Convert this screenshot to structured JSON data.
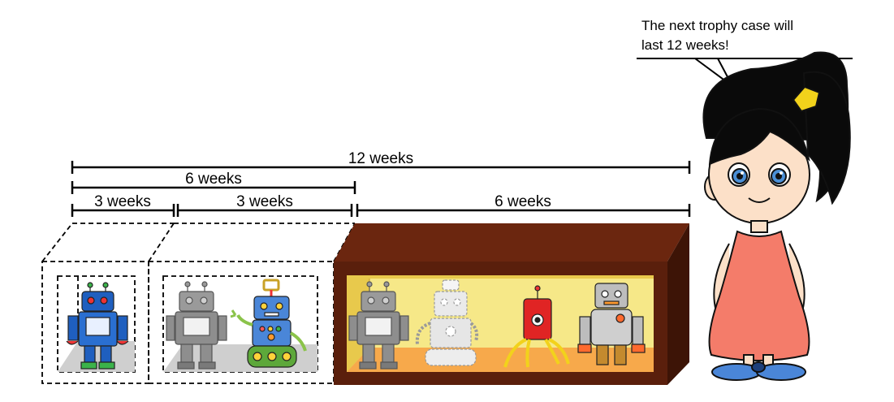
{
  "speech": {
    "line1": "The next trophy case will",
    "line2": "last 12 weeks!"
  },
  "timeline": {
    "total_label": "12 weeks",
    "half_label": "6 weeks",
    "first_quarter_label": "3 weeks",
    "second_quarter_label": "3 weeks",
    "next_case_label": "6 weeks"
  },
  "colors": {
    "case_wood": "#5a1f0c",
    "case_wood_dark": "#3d1406",
    "case_interior": "#f6e888",
    "case_floor": "#f7a94b",
    "dress": "#f47c6a",
    "hair": "#0a0a0a",
    "bow": "#f2d21b"
  },
  "icons": {
    "girl": "girl-character-icon",
    "robots": [
      "blue-robot-icon",
      "gray-robot-icon",
      "blue-green-robot-icon",
      "silver-robot-icon",
      "red-spider-robot-icon",
      "orange-robot-icon"
    ]
  }
}
